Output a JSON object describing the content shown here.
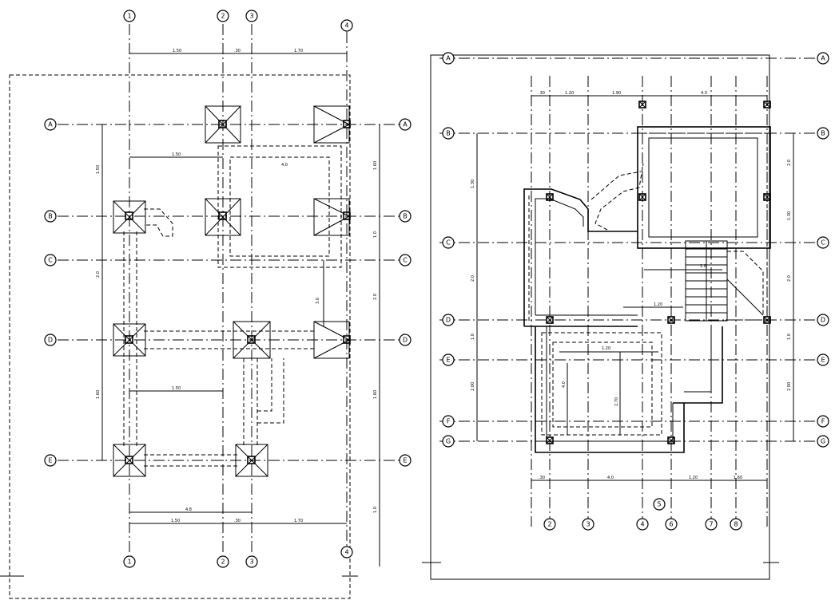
{
  "left_plan": {
    "grid_top": [
      "1",
      "2",
      "3",
      "4"
    ],
    "grid_bottom": [
      "1",
      "2",
      "3",
      "4"
    ],
    "grid_rows": [
      "A",
      "B",
      "C",
      "D",
      "E"
    ],
    "top_dims": [
      "1.50",
      ".30",
      "1.70"
    ],
    "bottom_dims": [
      "1.50",
      ".30",
      "1.70"
    ],
    "bottom_total": "4.8",
    "left_dims": [
      "1.50",
      "2.0",
      "1.60"
    ],
    "right_dims": [
      "1.60",
      "1.0",
      "2.0",
      "1.60",
      "1.0"
    ],
    "inner_dims": [
      "1.50",
      "1.50",
      "4.0",
      "3.0"
    ]
  },
  "right_plan": {
    "grid_bottom": [
      "2",
      "3",
      "4",
      "6",
      "7",
      "8"
    ],
    "grid_mid": "5",
    "grid_rows": [
      "A",
      "B",
      "C",
      "D",
      "E",
      "F",
      "G"
    ],
    "top_dims": [
      ".30",
      "1.20",
      "1.90",
      "4.0"
    ],
    "bottom_dims": [
      ".30",
      "4.0",
      "1.20",
      "1.60"
    ],
    "left_dims": [
      "1.30",
      "2.0",
      "1.0",
      "2.00"
    ],
    "right_dims": [
      "2.0",
      "1.30",
      "2.0",
      "1.0",
      "2.00"
    ],
    "inner_dims": [
      "1.0",
      "1.20",
      "4.0",
      "2.70",
      "1.20"
    ]
  }
}
